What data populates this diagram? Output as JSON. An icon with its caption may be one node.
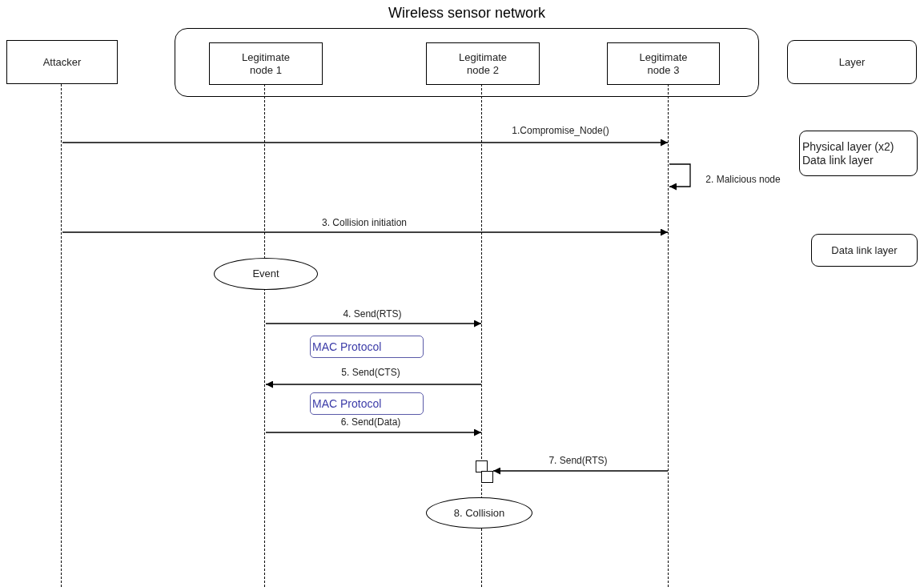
{
  "diagram": {
    "nodes": [
      {
        "text": [
          "Wireless sensor network"
        ]
      },
      {
        "text": [
          "Attacker"
        ]
      },
      {
        "text": [
          "Legitimate node 1"
        ],
        "in": 0
      },
      {
        "text": [
          "Legitimate node 2"
        ],
        "in": 0
      },
      {
        "text": [
          "Legitimate node 3"
        ],
        "in": 0
      },
      {
        "text": [
          "Layer"
        ]
      },
      {
        "text": [],
        "shape": "lifeline"
      },
      {
        "text": [],
        "shape": "lifeline"
      },
      {
        "text": [],
        "shape": "lifeline"
      },
      {
        "text": [],
        "shape": "lifeline"
      },
      {
        "text": [
          "Physical layer (x2)",
          "Data link layer"
        ]
      },
      {
        "text": [
          "Data link layer"
        ]
      },
      {
        "text": [
          "Event"
        ]
      },
      {
        "text": [
          "MAC Protocol"
        ]
      },
      {
        "text": [
          "MAC Protocol"
        ]
      },
      {
        "text": [],
        "shape": "box"
      },
      {
        "text": [],
        "shape": "box"
      },
      {
        "text": [
          "8. Collision"
        ]
      }
    ],
    "edges": [
      {
        "from": 6,
        "to": 9,
        "arrow": "to",
        "label": "1.Compromise_Node()"
      },
      {
        "from": 9,
        "to": 9,
        "arrow": "to",
        "label": "2. Malicious node"
      },
      {
        "from": 6,
        "to": 9,
        "arrow": "to",
        "label": "3. Collision initiation"
      },
      {
        "from": 7,
        "to": 8,
        "arrow": "to",
        "label": "4. Send(RTS)"
      },
      {
        "from": 8,
        "to": 7,
        "arrow": "to",
        "label": "5. Send(CTS)"
      },
      {
        "from": 7,
        "to": 8,
        "arrow": "to",
        "label": "6. Send(Data)"
      },
      {
        "from": 9,
        "to": 16,
        "arrow": "to",
        "label": "7. Send(RTS)"
      }
    ]
  }
}
